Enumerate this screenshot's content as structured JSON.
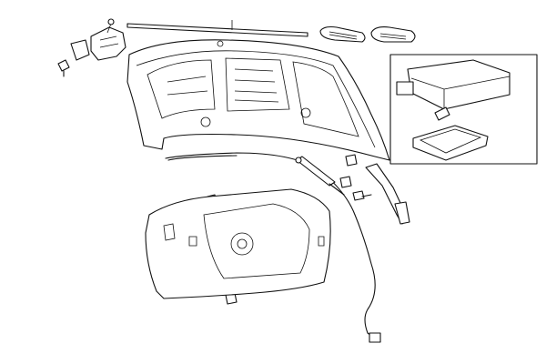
{
  "diagram": {
    "style": "exploded parts line drawing",
    "colors": {
      "background": "#ffffff",
      "line": "#111111"
    },
    "parts": [
      "hood-panel",
      "hood-weatherstrip",
      "hood-vent-left",
      "hood-vent-right",
      "hood-latch",
      "hood-bumper",
      "release-cable",
      "hood-strut",
      "hinge",
      "hood-insulator",
      "clip",
      "underhood-lamp-inset"
    ]
  }
}
